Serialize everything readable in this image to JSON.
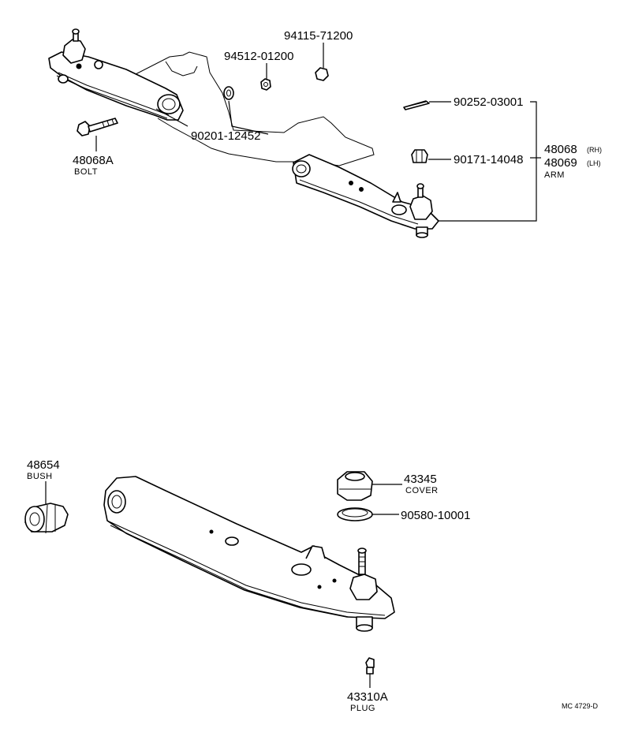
{
  "labels": {
    "nut_a": "94115-71200",
    "nut_b": "94512-01200",
    "cotter": "90252-03001",
    "nut_c": "90201-12452",
    "bolt": "48068A",
    "bolt_name": "BOLT",
    "nut_d": "90171-14048",
    "arm_rh": "48068",
    "arm_rh_side": "(RH)",
    "arm_lh": "48069",
    "arm_lh_side": "(LH)",
    "arm_name": "ARM",
    "bush": "48654",
    "bush_name": "BUSH",
    "cover": "43345",
    "cover_name": "COVER",
    "ring": "90580-10001",
    "plug": "43310A",
    "plug_name": "PLUG",
    "figure_code": "MC 4729-D"
  },
  "icons": {
    "upper_assembly": "suspension-lower-arm-assembly-icon",
    "bolt": "bolt-icon",
    "nut": "nut-icon",
    "washer": "washer-icon",
    "cotter_pin": "cotter-pin-icon",
    "castle_nut": "castle-nut-icon",
    "bush": "bush-icon",
    "arm": "lower-arm-icon",
    "cover": "dust-cover-icon",
    "ring": "retaining-ring-icon",
    "plug": "grease-plug-icon"
  }
}
